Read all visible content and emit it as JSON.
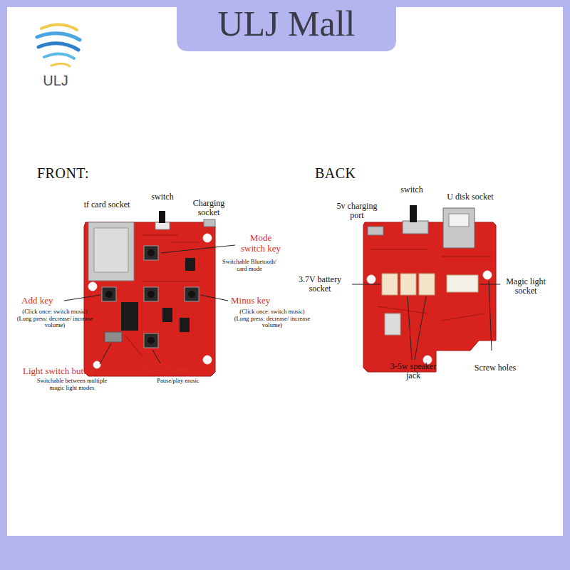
{
  "diagram": {
    "title": "ULJ Mall",
    "labels": [
      "ULJ",
      "FRONT:",
      "tf card socket",
      "switch",
      "Charging socket",
      "Mode switch key",
      "Switchable Bluetooth/ card mode",
      "Add key",
      "(Click once: switch music) (Long press: decrease/ increase volume)",
      "Minus key",
      "(Click once: switch music) (Long press: decrease/ increase volume)",
      "Light switch button",
      "Switchable between multiple magic light modes",
      "pause button",
      "Pause/play music",
      "BACK",
      "5v charging port",
      "switch",
      "U disk socket",
      "3.7V battery socket",
      "Magic light socket",
      "Screw holes",
      "3-5w speaker jack"
    ]
  }
}
